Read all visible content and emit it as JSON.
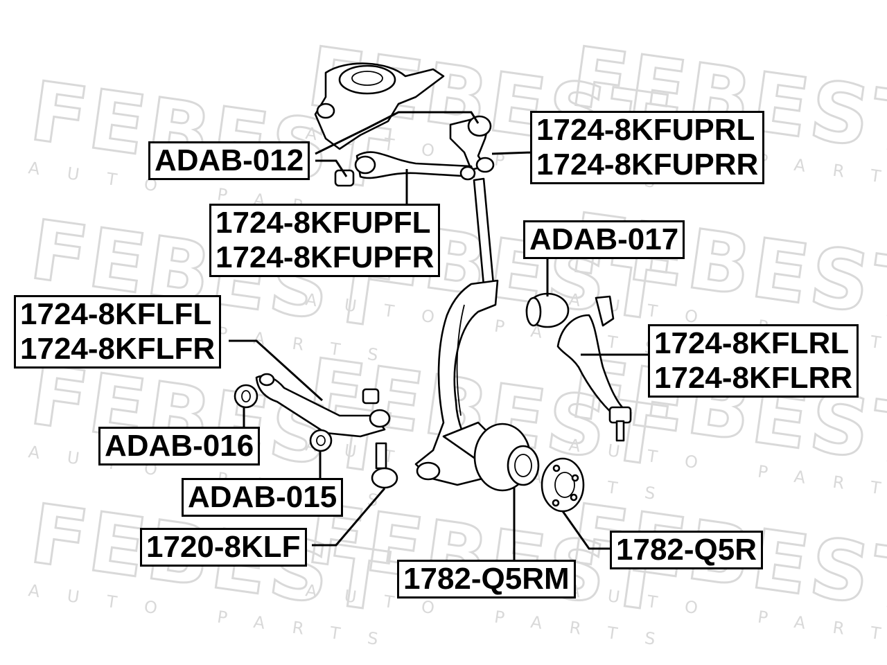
{
  "watermark": {
    "brand": "FEBEST",
    "tagline": "AUTO PARTS"
  },
  "labels": {
    "adab_012": "ADAB-012",
    "upper_rear_1": "1724-8KFUPRL",
    "upper_rear_2": "1724-8KFUPRR",
    "upper_front_1": "1724-8KFUPFL",
    "upper_front_2": "1724-8KFUPFR",
    "adab_017": "ADAB-017",
    "lower_front_1": "1724-8KFLFL",
    "lower_front_2": "1724-8KFLFR",
    "lower_rear_1": "1724-8KFLRL",
    "lower_rear_2": "1724-8KFLRR",
    "adab_016": "ADAB-016",
    "adab_015": "ADAB-015",
    "ball_joint": "1720-8KLF",
    "hub_bearing": "1782-Q5RM",
    "hub": "1782-Q5R"
  }
}
